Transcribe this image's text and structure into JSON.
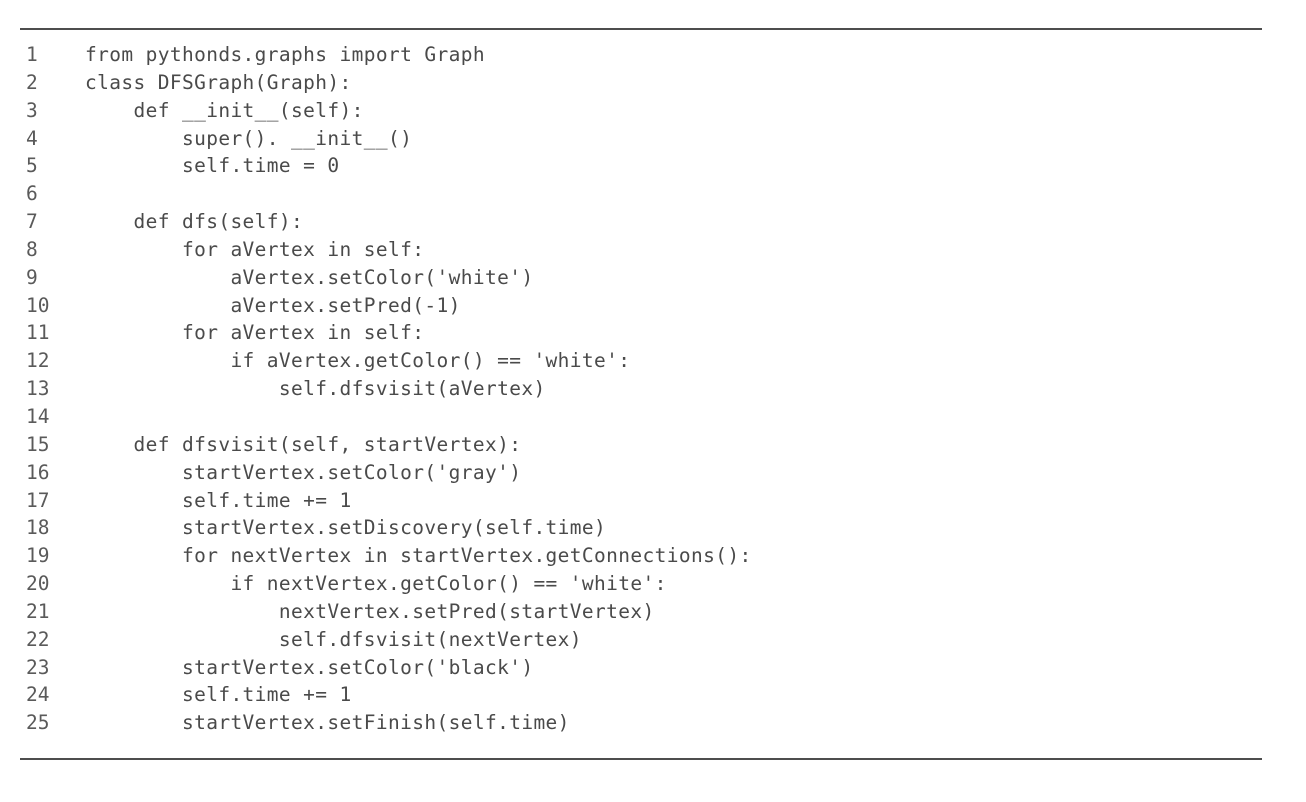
{
  "figure": {
    "kind": "code-listing",
    "language": "python",
    "top_rule": true,
    "bottom_rule": true,
    "rule_color": "#4d4d4d",
    "text_color": "#4a4a4a",
    "line_number_color": "#5a5a5a",
    "background_color": "#ffffff"
  },
  "code": {
    "lines": [
      {
        "number": "1",
        "text": "from pythonds.graphs import Graph"
      },
      {
        "number": "2",
        "text": "class DFSGraph(Graph):"
      },
      {
        "number": "3",
        "text": "    def __init__(self):"
      },
      {
        "number": "4",
        "text": "        super(). __init__()"
      },
      {
        "number": "5",
        "text": "        self.time = 0"
      },
      {
        "number": "6",
        "text": ""
      },
      {
        "number": "7",
        "text": "    def dfs(self):"
      },
      {
        "number": "8",
        "text": "        for aVertex in self:"
      },
      {
        "number": "9",
        "text": "            aVertex.setColor('white')"
      },
      {
        "number": "10",
        "text": "            aVertex.setPred(-1)"
      },
      {
        "number": "11",
        "text": "        for aVertex in self:"
      },
      {
        "number": "12",
        "text": "            if aVertex.getColor() == 'white':"
      },
      {
        "number": "13",
        "text": "                self.dfsvisit(aVertex)"
      },
      {
        "number": "14",
        "text": ""
      },
      {
        "number": "15",
        "text": "    def dfsvisit(self, startVertex):"
      },
      {
        "number": "16",
        "text": "        startVertex.setColor('gray')"
      },
      {
        "number": "17",
        "text": "        self.time += 1"
      },
      {
        "number": "18",
        "text": "        startVertex.setDiscovery(self.time)"
      },
      {
        "number": "19",
        "text": "        for nextVertex in startVertex.getConnections():"
      },
      {
        "number": "20",
        "text": "            if nextVertex.getColor() == 'white':"
      },
      {
        "number": "21",
        "text": "                nextVertex.setPred(startVertex)"
      },
      {
        "number": "22",
        "text": "                self.dfsvisit(nextVertex)"
      },
      {
        "number": "23",
        "text": "        startVertex.setColor('black')"
      },
      {
        "number": "24",
        "text": "        self.time += 1"
      },
      {
        "number": "25",
        "text": "        startVertex.setFinish(self.time)"
      }
    ]
  }
}
